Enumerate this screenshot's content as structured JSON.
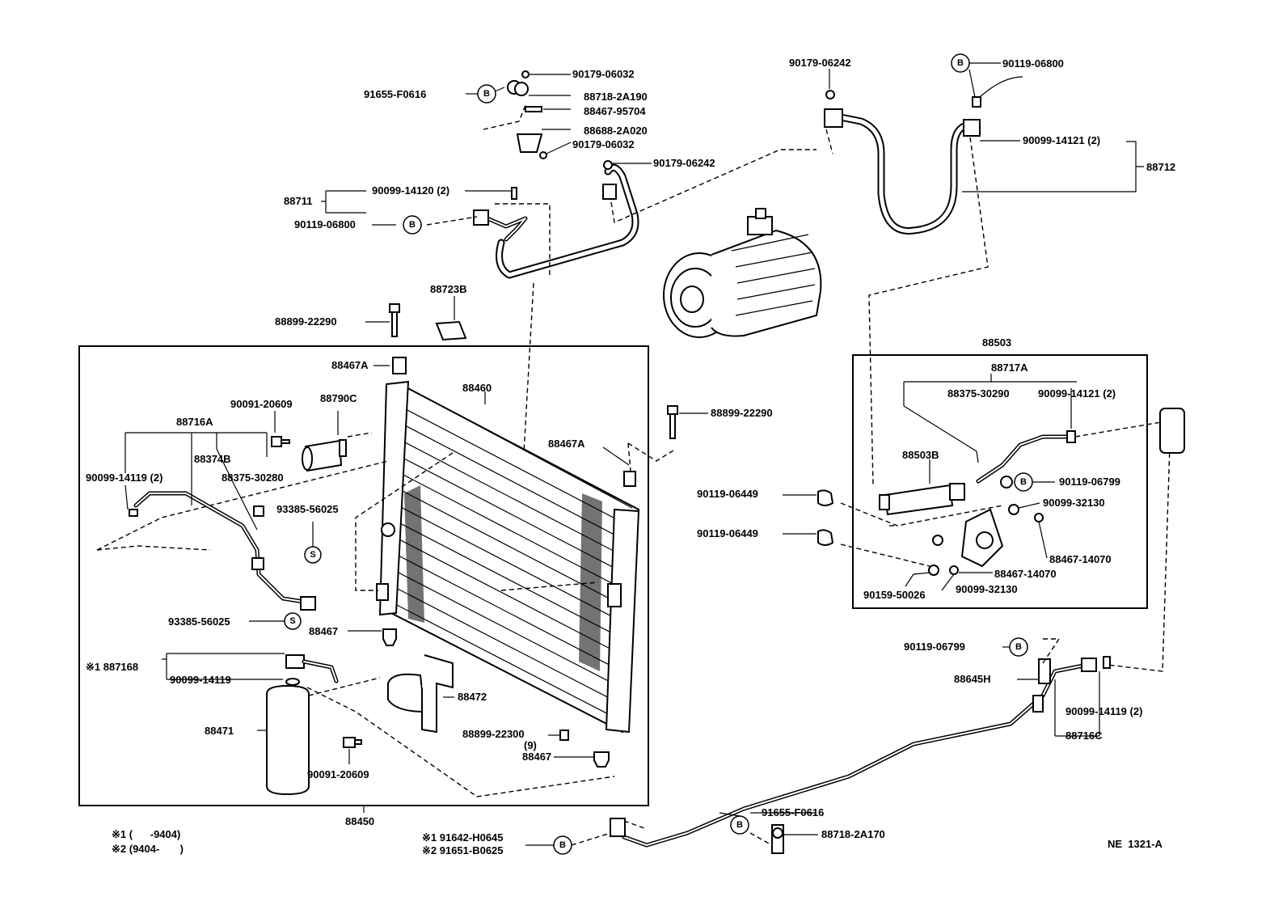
{
  "labels": {
    "p90179_06032_a": "90179-06032",
    "p91655_f0616_a": "91655-F0616",
    "p88718_2a190": "88718-2A190",
    "p88467_95704": "88467-95704",
    "p88688_2a020": "88688-2A020",
    "p90179_06032_b": "90179-06032",
    "p90179_06242_a": "90179-06242",
    "p90179_06242_b": "90179-06242",
    "p90119_06800_a": "90119-06800",
    "p90119_06800_b": "90119-06800",
    "p90099_14121_2_a": "90099-14121 (2)",
    "p88712": "88712",
    "p88711": "88711",
    "p90099_14120_2": "90099-14120 (2)",
    "p88723b": "88723B",
    "p88899_22290_a": "88899-22290",
    "p88899_22290_b": "88899-22290",
    "p88467a_a": "88467A",
    "p88467a_b": "88467A",
    "p88460": "88460",
    "p90091_20609_a": "90091-20609",
    "p88790c": "88790C",
    "p88716a": "88716A",
    "p88374b": "88374B",
    "p88375_30280": "88375-30280",
    "p90099_14119_2_a": "90099-14119 (2)",
    "p93385_56025_a": "93385-56025",
    "p93385_56025_b": "93385-56025",
    "p88467_a": "88467",
    "p88467_b": "88467",
    "p887168": "※1 887168",
    "p90099_14119": "90099-14119",
    "p88472": "88472",
    "p88471": "88471",
    "p88899_22300": "88899-22300",
    "p88899_22300_qty": "(9)",
    "p90091_20609_b": "90091-20609",
    "p88450": "88450",
    "p88503": "88503",
    "p88717a": "88717A",
    "p88375_30290": "88375-30290",
    "p90099_14121_2_b": "90099-14121 (2)",
    "p88503b": "88503B",
    "p90119_06799_a": "90119-06799",
    "p90119_06449_a": "90119-06449",
    "p90119_06449_b": "90119-06449",
    "p90099_32130_a": "90099-32130",
    "p88467_14070_a": "88467-14070",
    "p88467_14070_b": "88467-14070",
    "p90159_50026": "90159-50026",
    "p90099_32130_b": "90099-32130",
    "p90119_06799_b": "90119-06799",
    "p88645h": "88645H",
    "p90099_14119_2_b": "90099-14119 (2)",
    "p88716c": "88716C",
    "p91655_f0616_b": "91655-F0616",
    "p88718_2a170": "88718-2A170",
    "p91642_h0645": "※1 91642-H0645",
    "p91651_b0625": "※2 91651-B0625",
    "note1": "※1 (      -9404)",
    "note2": "※2 (9404-       )",
    "ref": "NE  1321-A"
  },
  "markers": {
    "b": "B",
    "s": "S"
  }
}
